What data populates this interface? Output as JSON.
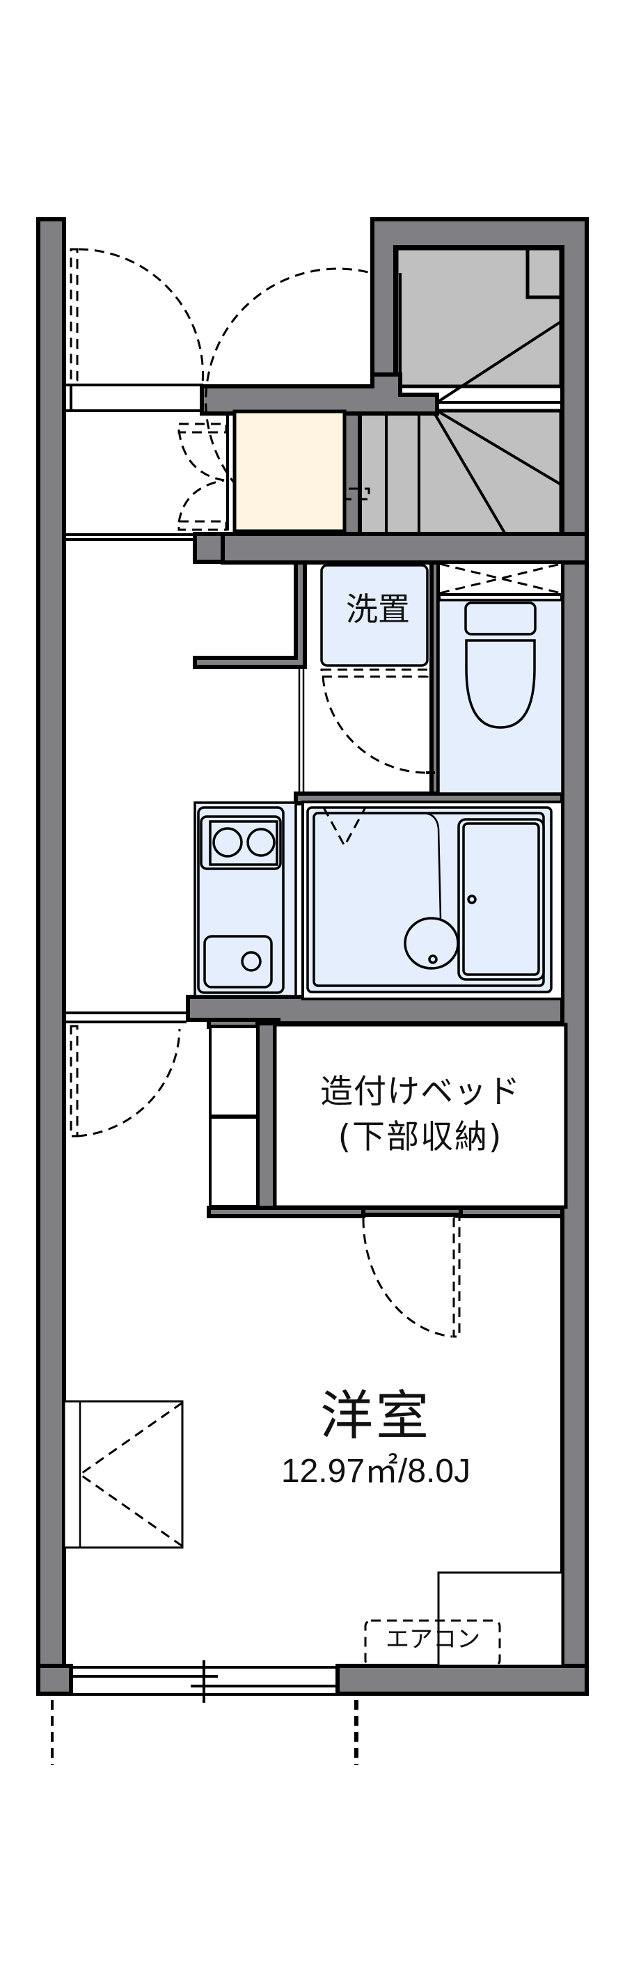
{
  "floor_plan": {
    "rooms": {
      "washroom": {
        "label": "洗置"
      },
      "built_in_bed": {
        "label_line1": "造付けベッド",
        "label_line2": "(下部収納)"
      },
      "western_room": {
        "label": "洋室",
        "area": "12.97㎡/8.0J"
      },
      "air_conditioner": {
        "label": "エアコン"
      }
    },
    "colors": {
      "wall": "#808084",
      "stairs": "#c0c0c0",
      "storage": "#fff4e2",
      "fixtures": "#e4eefc",
      "background": "#ffffff"
    }
  }
}
